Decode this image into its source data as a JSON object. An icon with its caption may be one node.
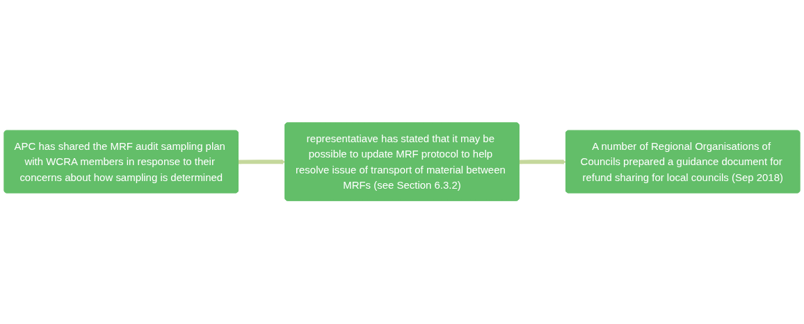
{
  "diagram": {
    "nodes": [
      {
        "text": [
          "APC has shared the MRF audit sampling plan with WCRA members in response to their concerns about how sampling is determined"
        ]
      },
      {
        "text": [
          "representatiave has stated that it may be possible to update MRF protocol to help resolve issue of transport of material between MRFs (see Section 6.3.2)"
        ]
      },
      {
        "text": [
          "A number of Regional Organisations of Councils prepared a guidance document for refund sharing for local councils (Sep 2018)"
        ]
      }
    ],
    "edges": [
      {
        "from": 0,
        "to": 1,
        "arrow": "to"
      },
      {
        "from": 1,
        "to": 2,
        "arrow": "to"
      }
    ]
  }
}
